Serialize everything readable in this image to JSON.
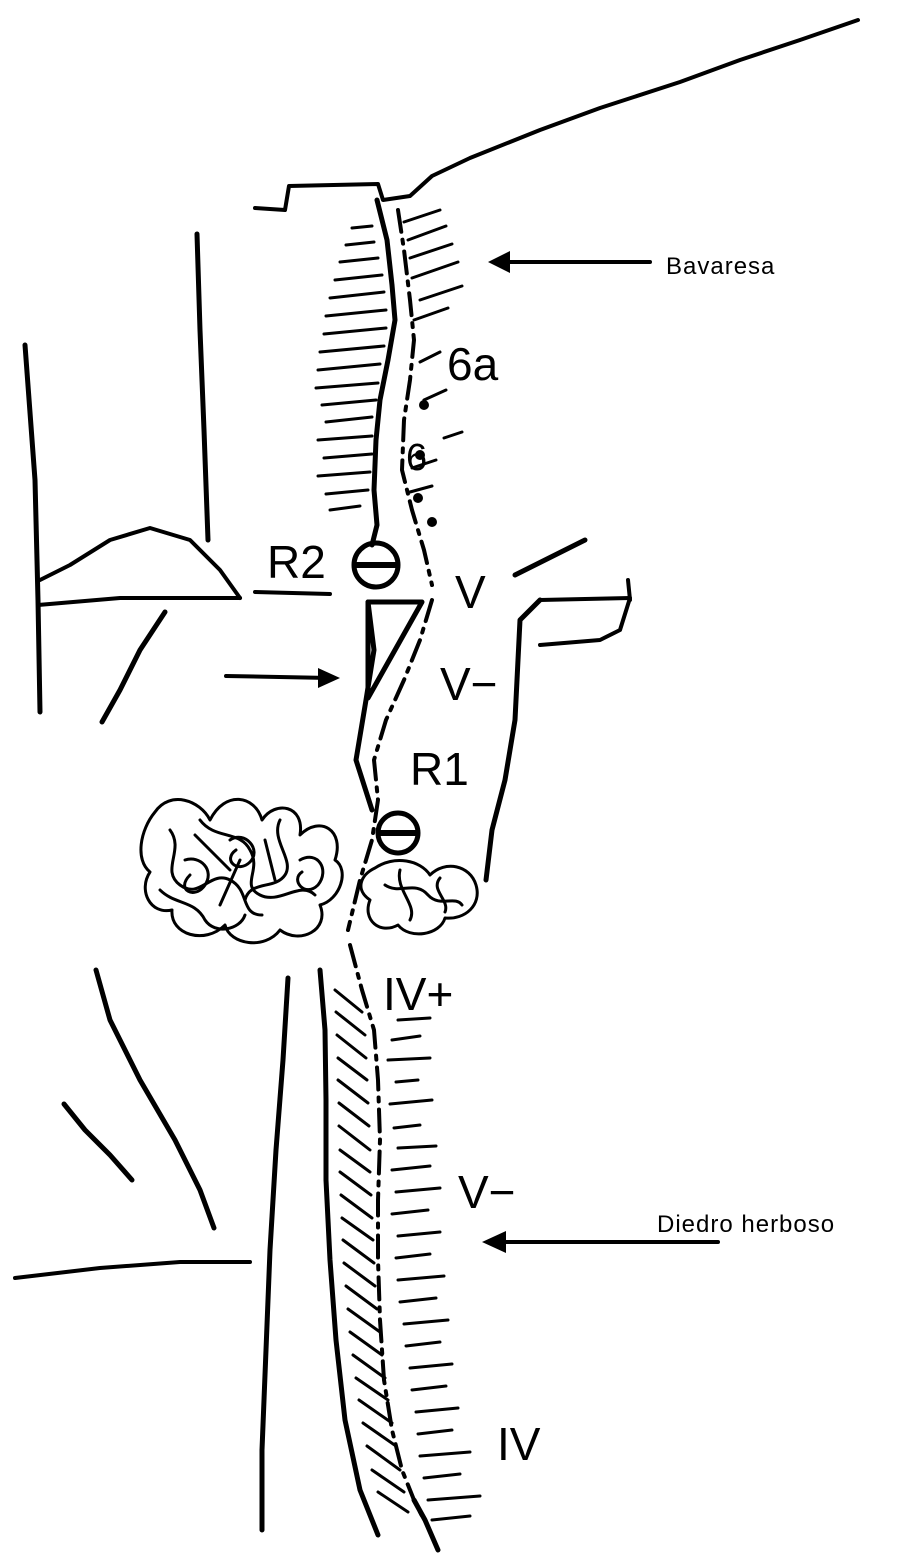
{
  "labels": {
    "bavaresa": "Bavaresa",
    "diedro_herboso": "Diedro herboso"
  },
  "grades": {
    "g6a": "6a",
    "g6": "6",
    "v_top": "V",
    "v_minus_upper": "V−",
    "iv_plus": "IV+",
    "v_minus_lower": "V−",
    "iv": "IV"
  },
  "belays": {
    "r2": "R2",
    "r1": "R1"
  },
  "colors": {
    "ink": "#000000",
    "paper": "#ffffff"
  }
}
